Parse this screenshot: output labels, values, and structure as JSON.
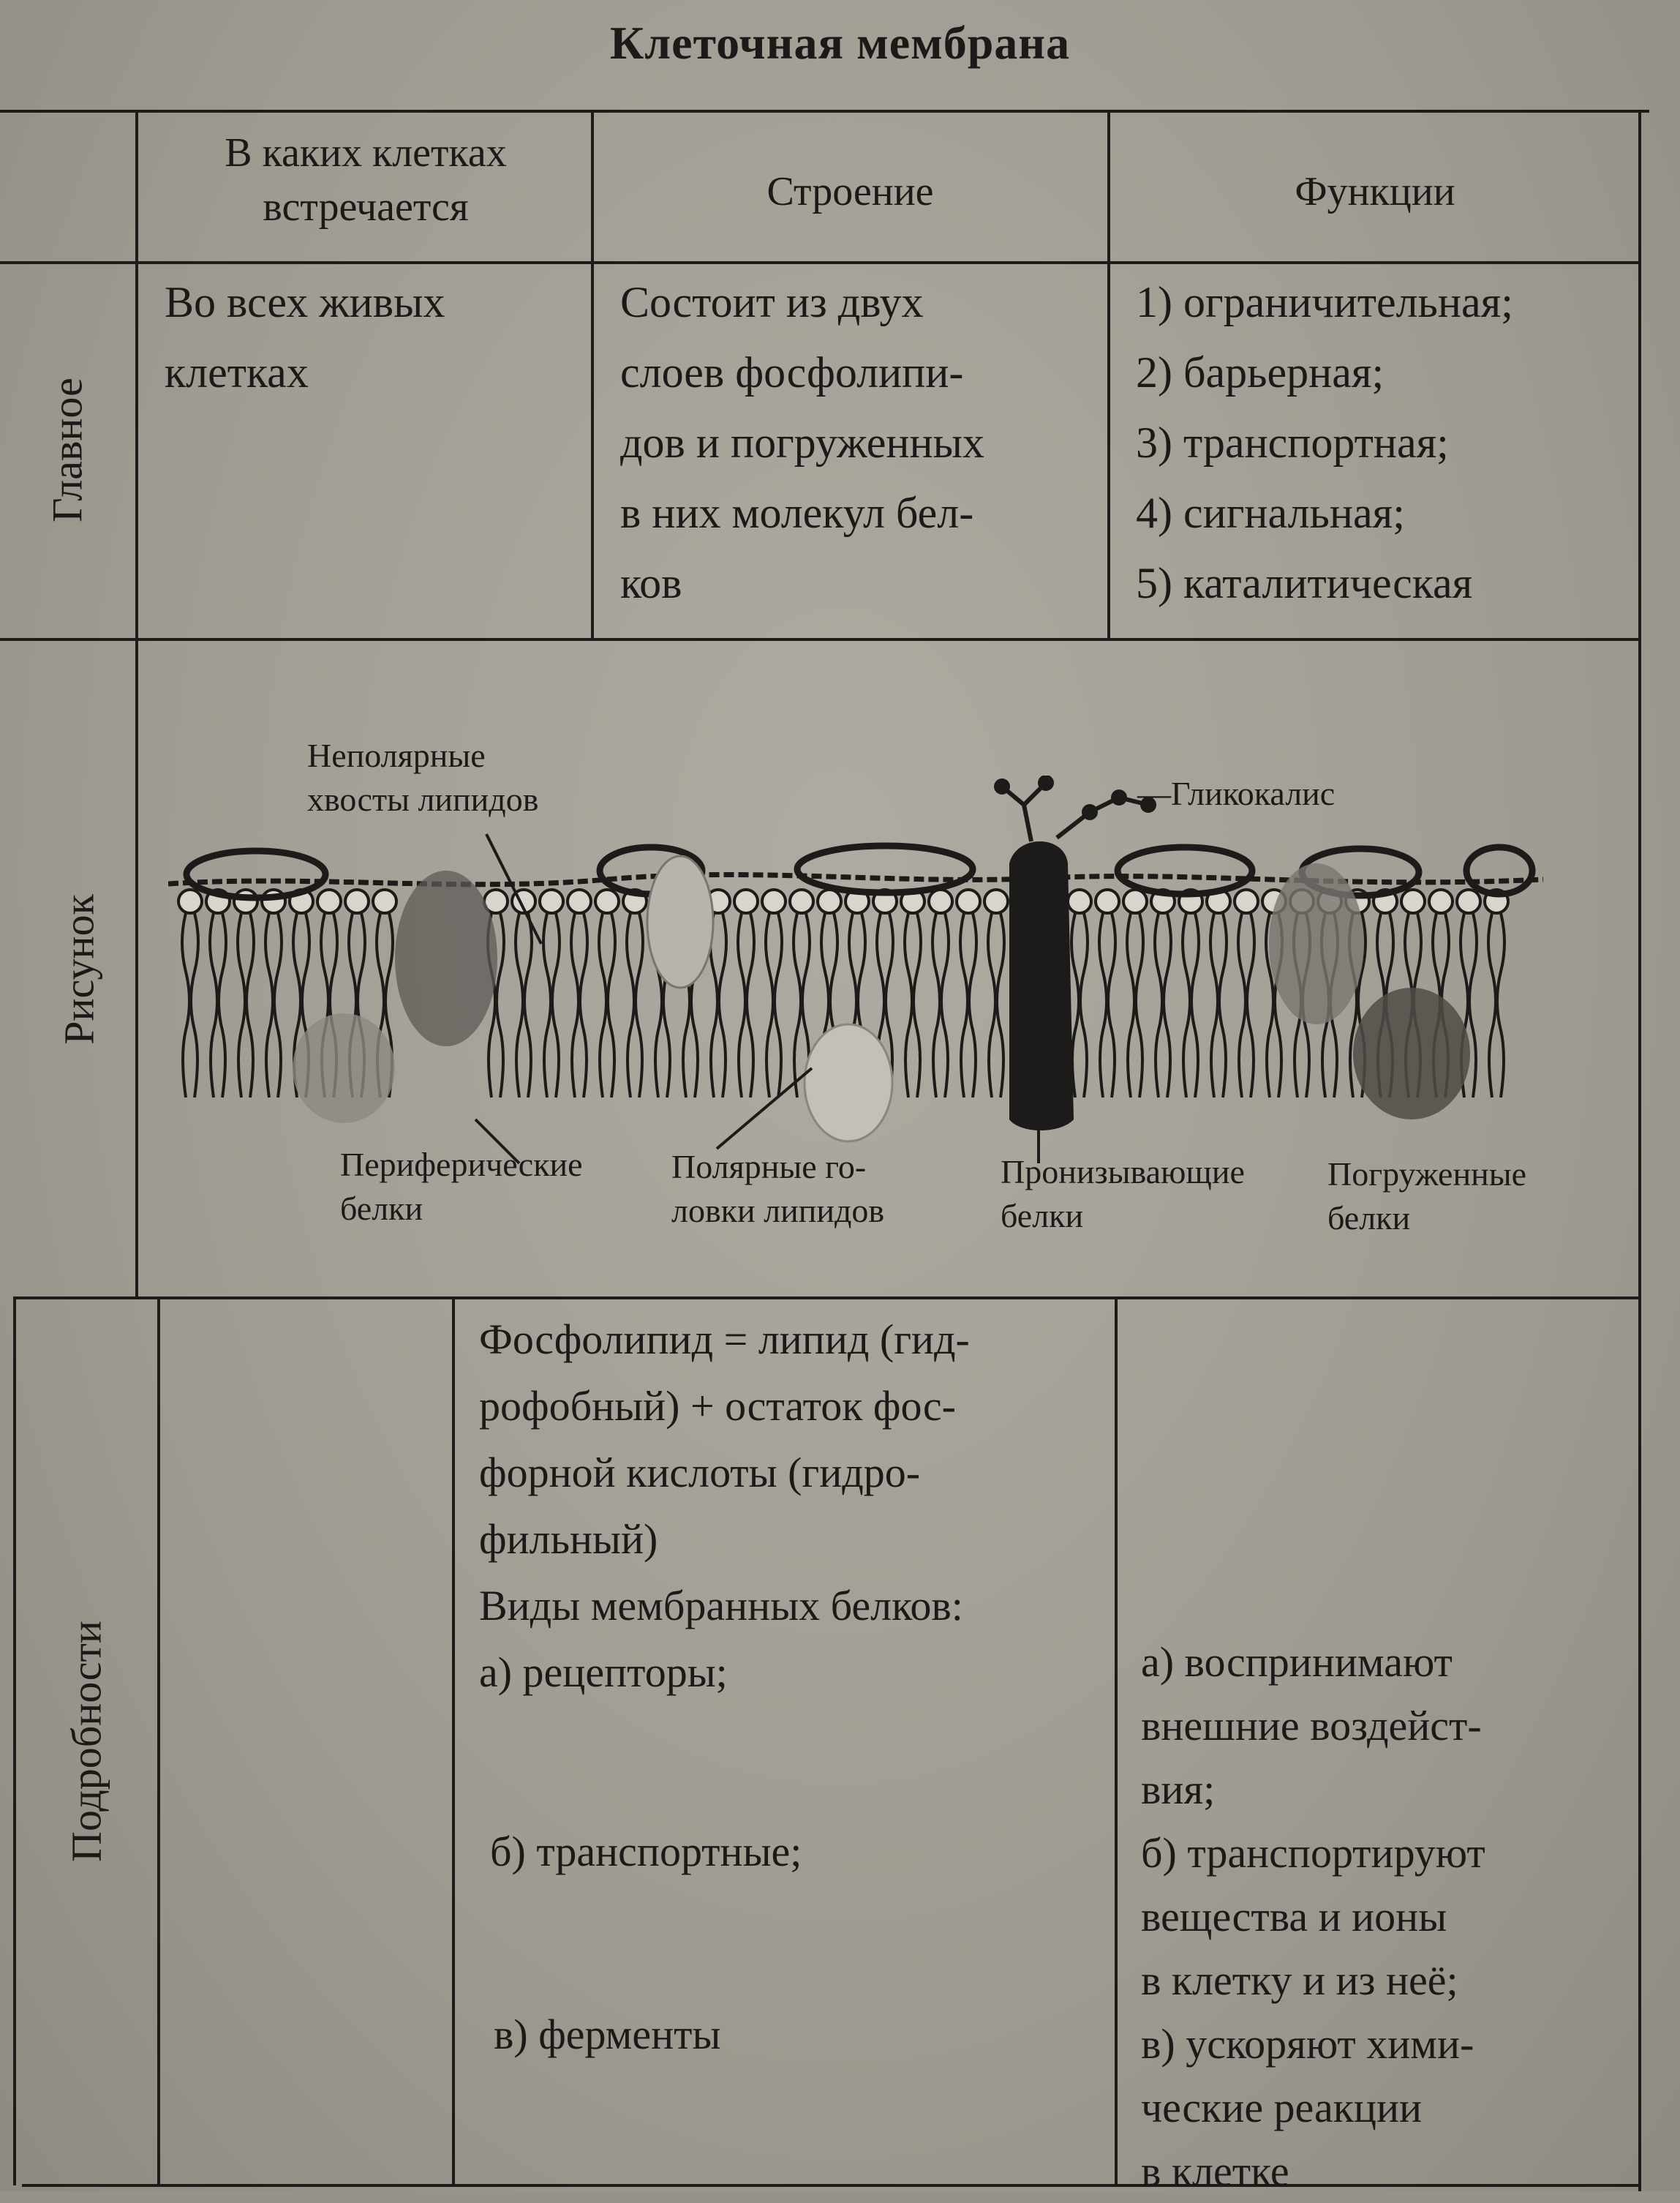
{
  "title": "Клеточная мембрана",
  "header": {
    "col1_line1": "В каких клетках",
    "col1_line2": "встречается",
    "col2": "Строение",
    "col3": "Функции"
  },
  "rows": {
    "main_label": "Главное",
    "figure_label": "Рисунок",
    "details_label": "Подробности"
  },
  "main": {
    "where": [
      "Во всех живых",
      "клетках"
    ],
    "structure": [
      "Состоит из двух",
      "слоев фосфолипи-",
      "дов и погруженных",
      "в них молекул бел-",
      "ков"
    ],
    "functions": [
      "1) ограничительная;",
      "2) барьерная;",
      "3) транспортная;",
      "4) сигнальная;",
      "5) каталитическая"
    ]
  },
  "figure": {
    "label_tails": [
      "Неполярные",
      "хвосты липидов"
    ],
    "label_glycocalyx": "—Гликокалис",
    "label_peripheral": [
      "Периферические",
      "белки"
    ],
    "label_heads": [
      "Полярные го-",
      "ловки липидов"
    ],
    "label_transmembrane": [
      "Пронизывающие",
      "белки"
    ],
    "label_immersed": [
      "Погруженные",
      "белки"
    ]
  },
  "details": {
    "structure": [
      "Фосфолипид = липид (гид-",
      "рофобный) + остаток фос-",
      "форной кислоты (гидро-",
      "фильный)",
      "Виды мембранных белков:",
      "а) рецепторы;",
      "б) транспортные;",
      "в) ферменты"
    ],
    "functions": [
      "а) воспринимают",
      "внешние воздейст-",
      "вия;",
      "б) транспортируют",
      "вещества и ионы",
      "в клетку и из неё;",
      "в) ускоряют хими-",
      "ческие реакции",
      "в клетке"
    ]
  }
}
